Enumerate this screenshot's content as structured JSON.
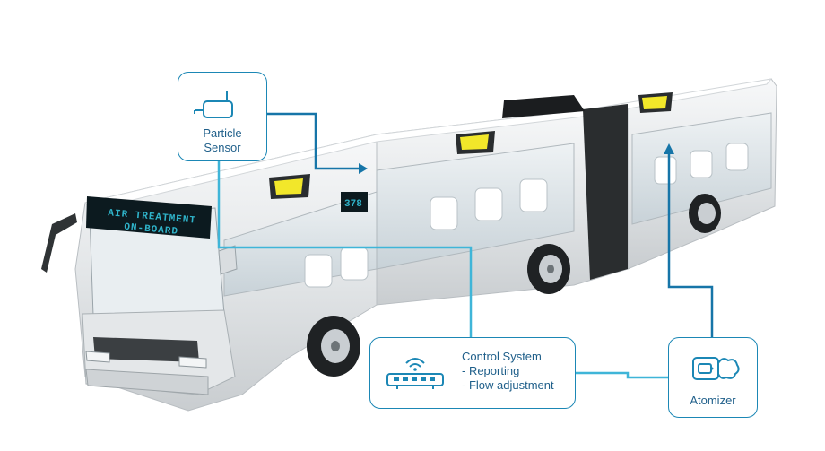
{
  "bus_sign": {
    "line1": "AIR TREATMENT",
    "line2": "ON-BOARD"
  },
  "route_number": "378",
  "callouts": {
    "particle_sensor": {
      "line1": "Particle",
      "line2": "Sensor",
      "icon": "sensor-icon"
    },
    "control_system": {
      "title": "Control System",
      "item1": "- Reporting",
      "item2": "- Flow adjustment",
      "icon": "router-icon"
    },
    "atomizer": {
      "label": "Atomizer",
      "icon": "atomizer-icon"
    }
  },
  "colors": {
    "accent": "#1b87b5",
    "text": "#1f5f8a",
    "display": "#2fb3c9",
    "sign_bg": "#0c1a1f",
    "vent": "#f2e72a"
  }
}
